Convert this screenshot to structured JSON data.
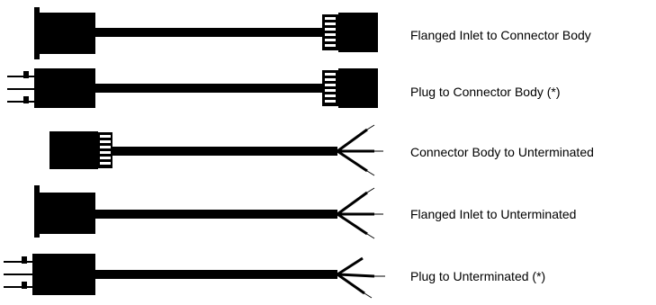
{
  "cable_assemblies": [
    {
      "label": "Flanged Inlet to Connector Body",
      "left_end": "flanged-inlet",
      "right_end": "connector-body-icon"
    },
    {
      "label": "Plug to Connector Body (*)",
      "left_end": "plug",
      "right_end": "connector-body-icon"
    },
    {
      "label": "Connector Body to Unterminated",
      "left_end": "connector-body",
      "right_end": "unterminated-leads"
    },
    {
      "label": "Flanged Inlet to Unterminated",
      "left_end": "flanged-inlet",
      "right_end": "unterminated-leads"
    },
    {
      "label": "Plug to Unterminated (*)",
      "left_end": "plug",
      "right_end": "unterminated-leads"
    }
  ],
  "colors": {
    "ink": "#000000",
    "background": "#ffffff"
  }
}
